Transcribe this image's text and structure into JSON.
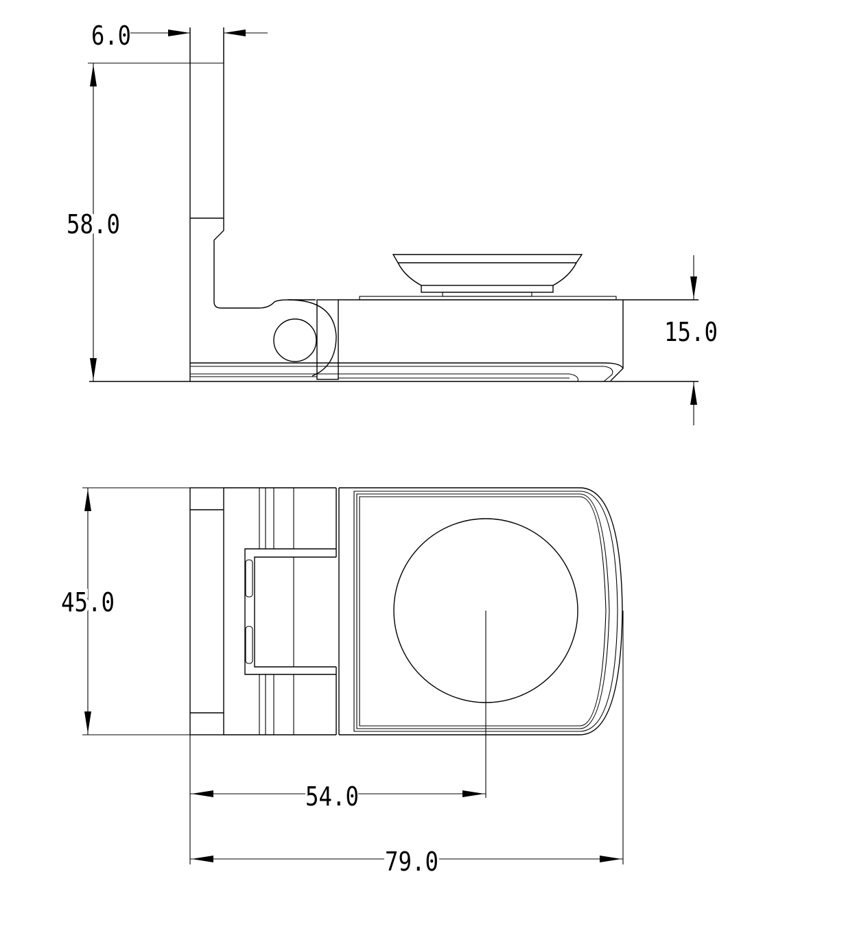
{
  "drawing": {
    "colors": {
      "line": "#000000",
      "background": "#ffffff"
    },
    "dimensions": {
      "thickness": "6.0",
      "height": "58.0",
      "base_thickness": "15.0",
      "width": "45.0",
      "center_offset": "54.0",
      "overall_length": "79.0"
    }
  }
}
